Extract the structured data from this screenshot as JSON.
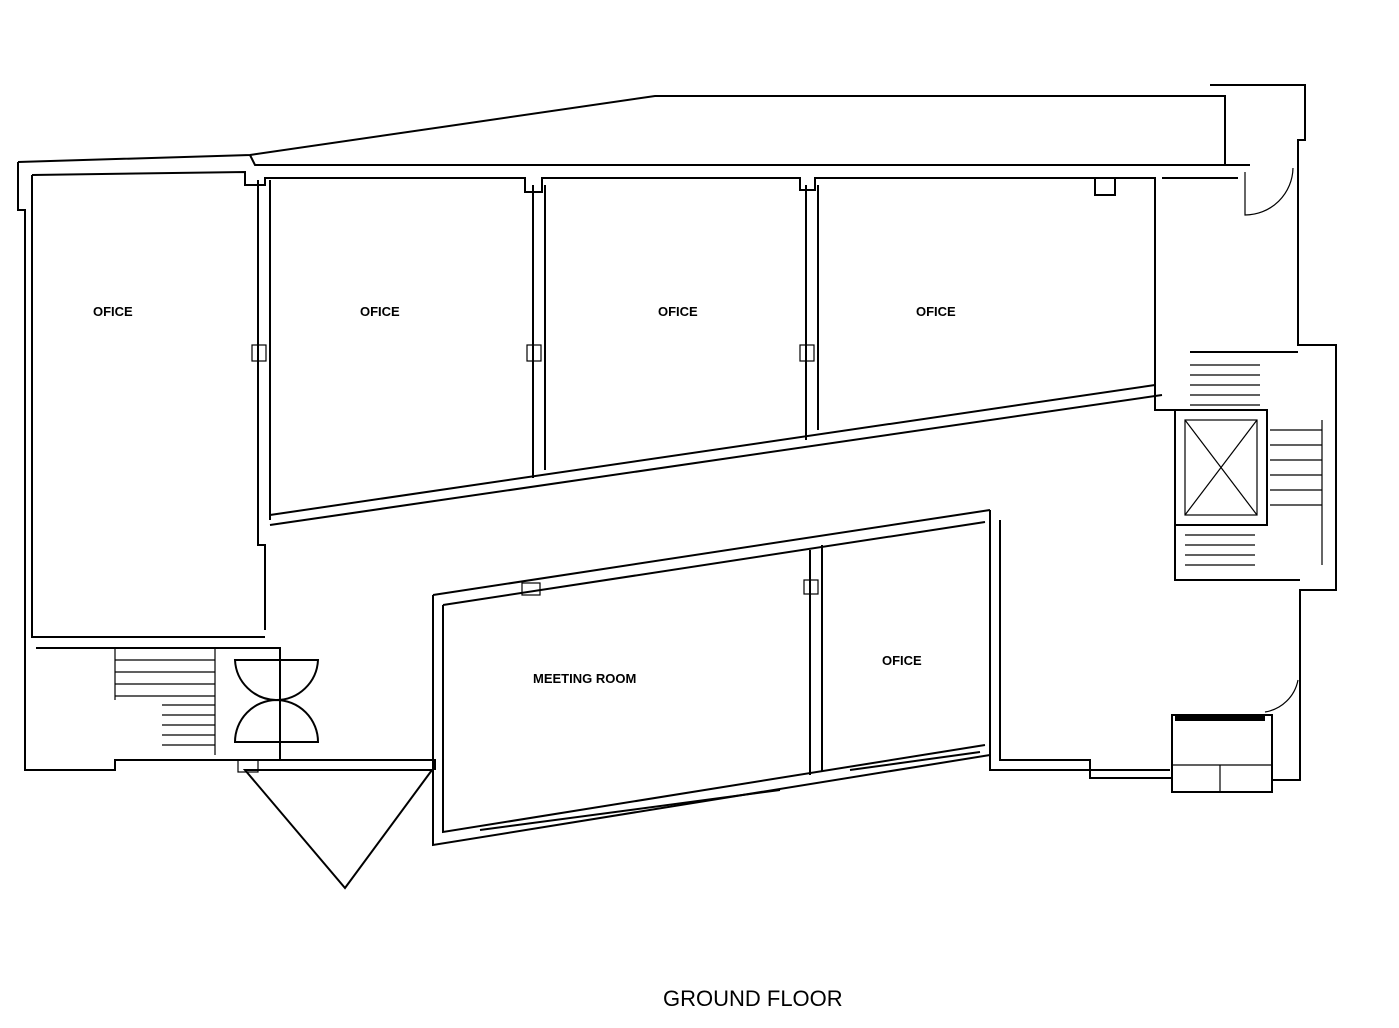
{
  "title": "GROUND FLOOR",
  "rooms": [
    {
      "label": "OFICE"
    },
    {
      "label": "OFICE"
    },
    {
      "label": "OFICE"
    },
    {
      "label": "OFICE"
    },
    {
      "label": "MEETING ROOM"
    },
    {
      "label": "OFICE"
    }
  ]
}
